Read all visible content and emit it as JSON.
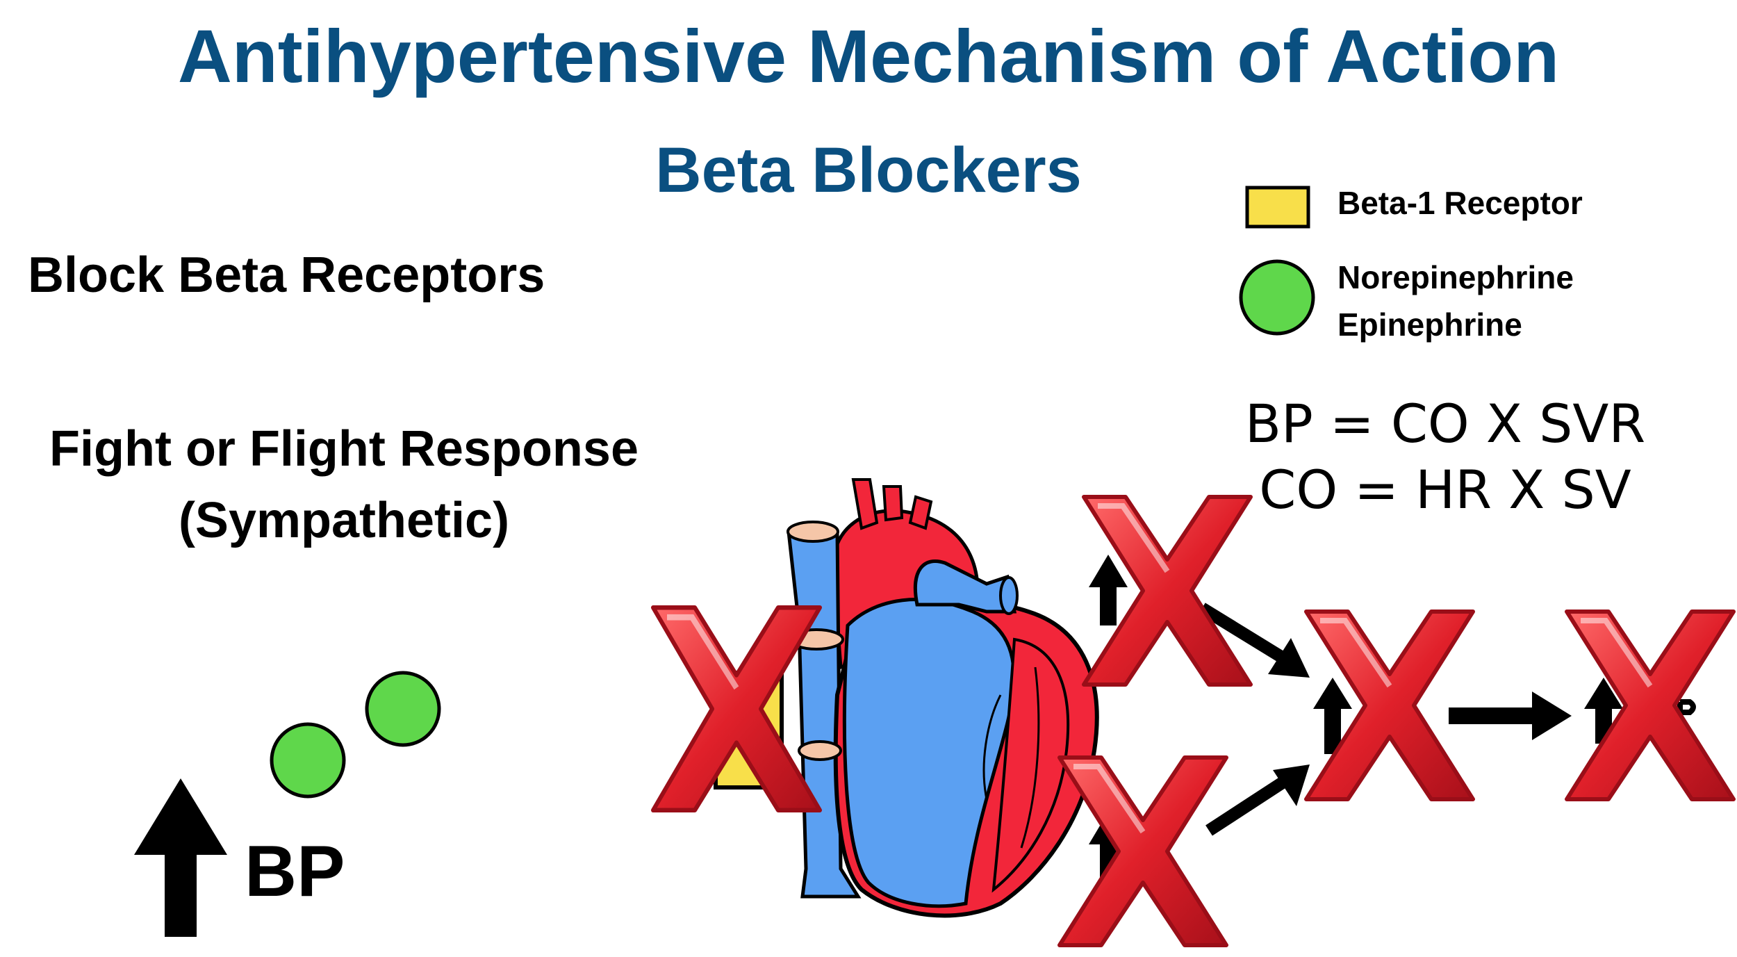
{
  "title": "Antihypertensive Mechanism of Action",
  "subtitle": "Beta Blockers",
  "left": {
    "heading1": "Block Beta Receptors",
    "heading2_line1": "Fight or Flight Response",
    "heading2_line2": "(Sympathetic)",
    "bp_label": "BP"
  },
  "legend": {
    "receptor_label": "Beta-1 Receptor",
    "ligand_line1": "Norepinephrine",
    "ligand_line2": "Epinephrine"
  },
  "equations": {
    "line1": "BP = CO X SVR",
    "line2": "CO = HR X SV"
  },
  "colors": {
    "title": "#0a4f80",
    "receptor": "#f8df4a",
    "ligand": "#5fd74b",
    "x_mark": "#e0202a",
    "heart_red": "#f2263a",
    "heart_blue": "#5ba0f2",
    "vessel_cap": "#f5c6a8"
  },
  "icons": [
    "up-arrow-icon",
    "right-arrow-icon",
    "red-x-icon",
    "heart-icon"
  ]
}
